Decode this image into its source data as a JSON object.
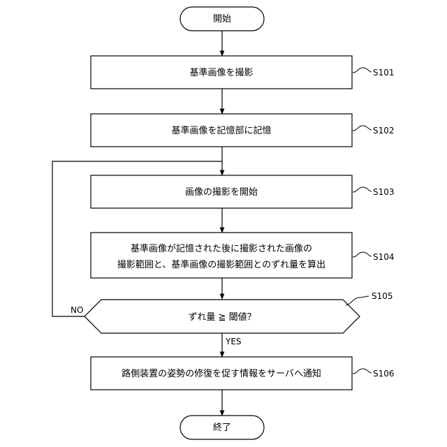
{
  "flowchart": {
    "start": {
      "label": "開始"
    },
    "end": {
      "label": "終了"
    },
    "steps": [
      {
        "id": "S101",
        "lines": [
          "基準画像を撮影"
        ]
      },
      {
        "id": "S102",
        "lines": [
          "基準画像を記憶部に記憶"
        ]
      },
      {
        "id": "S103",
        "lines": [
          "画像の撮影を開始"
        ]
      },
      {
        "id": "S104",
        "lines": [
          "基準画像が記憶された後に撮影された画像の",
          "撮影範囲と、基準画像の撮影範囲とのずれ量を算出"
        ]
      },
      {
        "id": "S106",
        "lines": [
          "路側装置の姿勢の修復を促す情報をサーバへ通知"
        ]
      }
    ],
    "decision": {
      "id": "S105",
      "label": "ずれ量 ≧ 閾値？",
      "yes_label": "YES",
      "no_label": "NO"
    }
  }
}
